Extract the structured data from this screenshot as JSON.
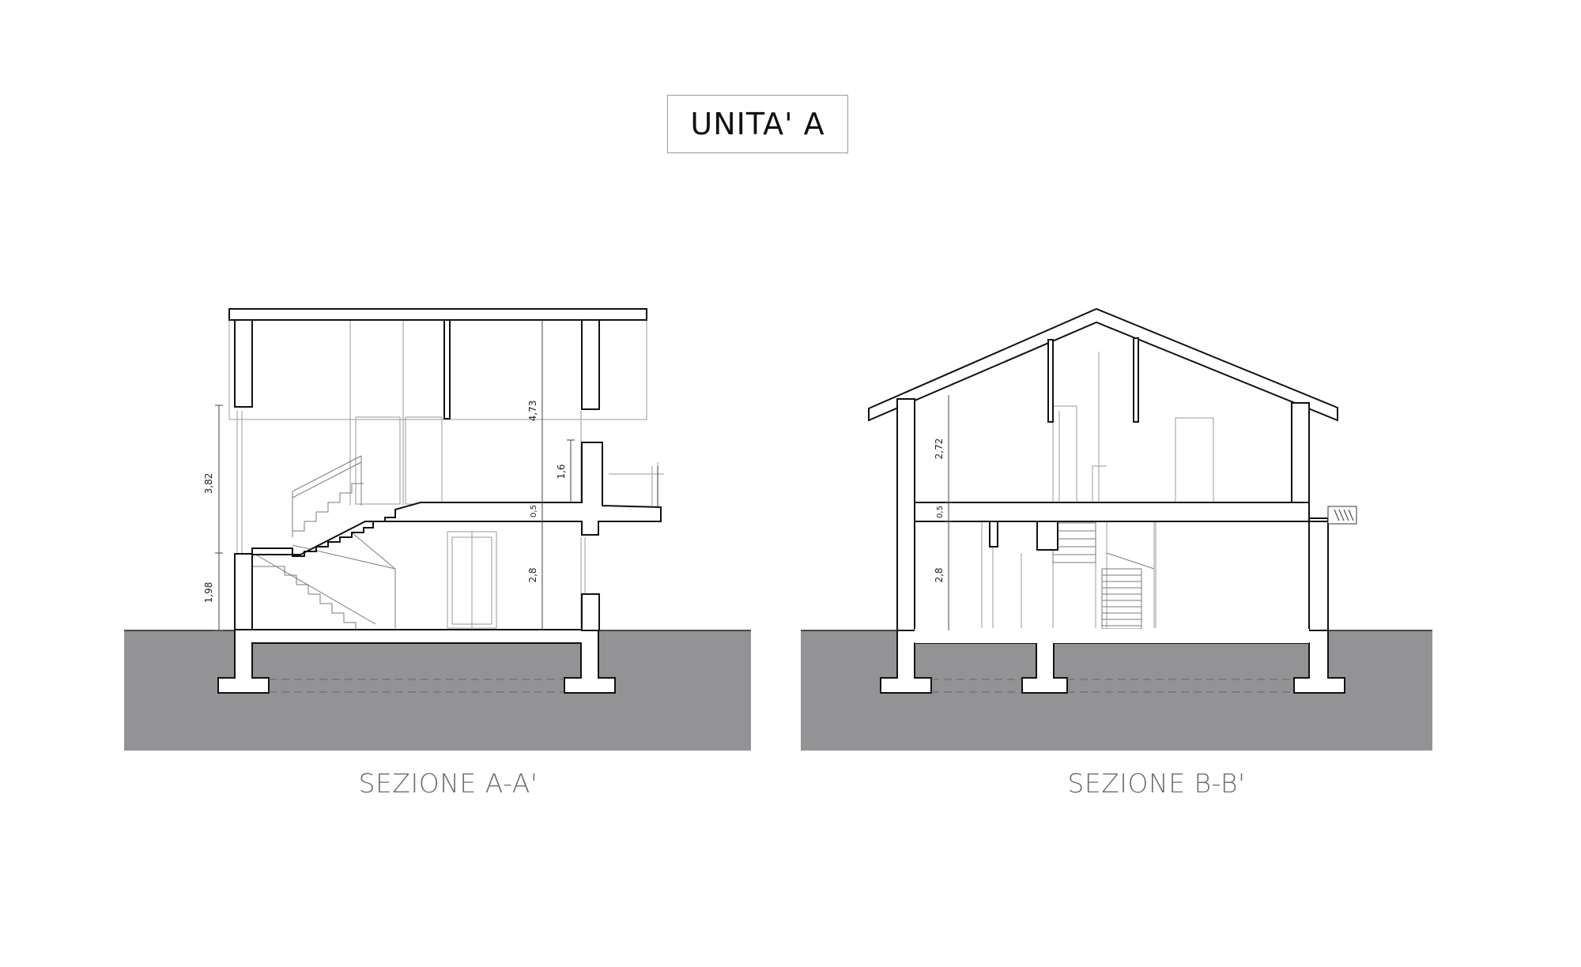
{
  "title": "UNITA' A",
  "sections": [
    {
      "caption": "SEZIONE A-A'",
      "dimensions": [
        "3,82",
        "1,98",
        "4,73",
        "1,6",
        "0,5",
        "2,8"
      ]
    },
    {
      "caption": "SEZIONE B-B'",
      "dimensions": [
        "2,72",
        "0,5",
        "2,8"
      ]
    }
  ],
  "colors": {
    "ground": "#939396",
    "line": "#111111",
    "thin": "#8a8a8a"
  }
}
